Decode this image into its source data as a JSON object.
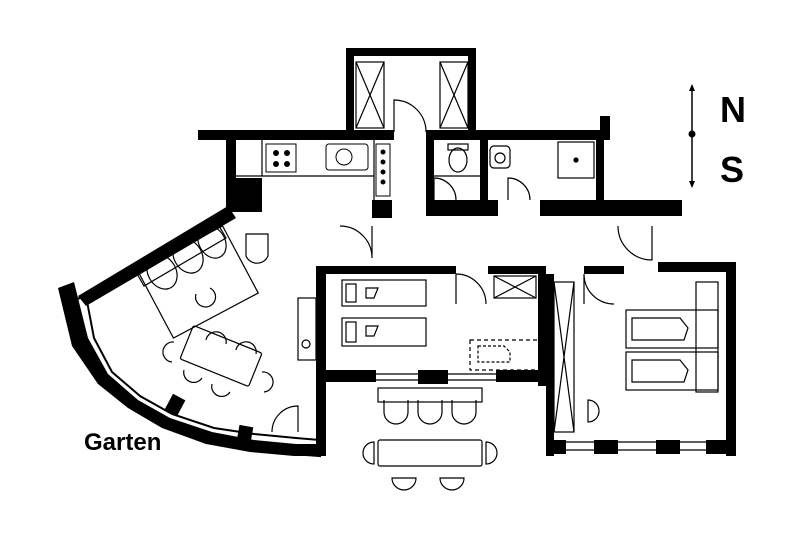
{
  "labels": {
    "compass_north": "N",
    "compass_south": "S",
    "garden": "Garten"
  },
  "colors": {
    "wall": "#000000",
    "background": "#ffffff",
    "line": "#000000"
  },
  "icons": [
    "compass-arrow-icon",
    "stove-icon",
    "sink-icon",
    "toilet-icon",
    "shower-icon",
    "bed-icon",
    "sofa-icon",
    "dining-table-icon",
    "chair-icon",
    "door-icon"
  ]
}
